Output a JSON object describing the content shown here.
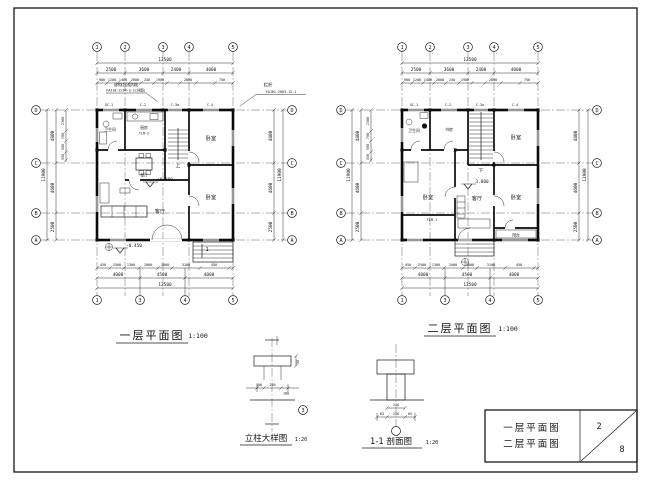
{
  "title_block": {
    "line1": "一层平面图",
    "line2": "二层平面图",
    "sheet_no": "2",
    "sheet_total": "8"
  },
  "grid": {
    "cols": [
      "1",
      "2",
      "3",
      "4",
      "5"
    ],
    "cols_bottom": [
      "1",
      "3",
      "4",
      "5"
    ],
    "rows": [
      "D",
      "C",
      "B",
      "A"
    ]
  },
  "dims": {
    "top_total": "12500",
    "top": [
      "2500",
      "3600",
      "2400",
      "4000"
    ],
    "top_small": [
      "900",
      "1200",
      "1400",
      "2600",
      "240",
      "1900",
      "2800",
      "750"
    ],
    "bottom_small": [
      "450",
      "2500",
      "1300",
      "2000",
      "1000",
      "3100",
      "450"
    ],
    "bottom": [
      "4000",
      "4500",
      "4000"
    ],
    "bottom_total": "12500",
    "left": [
      "4800",
      "4600",
      "2500"
    ],
    "left_total": "11900",
    "left_small": [
      "2300",
      "700",
      "900",
      "350"
    ],
    "right": [
      "4800",
      "4600",
      "2500"
    ],
    "right_total": "11900"
  },
  "windows": [
    "GC-1",
    "C-2",
    "C-3a",
    "C-4"
  ],
  "plan1": {
    "title": "一层平面图",
    "scale": "1:100",
    "room_bath": "卫生间",
    "room_kitchen": "厨房",
    "kitchen_door": "TLM-2",
    "room_dining": "餐厅",
    "room_bed1": "卧室",
    "room_living": "客厅",
    "room_bed2": "卧室",
    "stair_dir": "上",
    "elev_main": "±0.000",
    "elev_outdoor": "-0.450",
    "note_line1": "结构柱见结构图",
    "note_line2": "FAJ18-2/64-a-2(详图)",
    "ref_line1": "栏杆",
    "ref_line2": "FAJ01-2003-12-1",
    "section_mark": "1"
  },
  "plan2": {
    "title": "二层平面图",
    "scale": "1:100",
    "room_bath": "卫生间",
    "room_study": "书房",
    "room_bed1": "卧室",
    "room_bed2": "卧室",
    "room_hall": "客厅",
    "room_bed3": "卧室",
    "room_balcony": "阳台",
    "stair_dir": "下",
    "elev_main": "3.000",
    "door_label": "TLM-1"
  },
  "detail1": {
    "title": "立柱大样图",
    "scale": "1:20",
    "dim_a": "100",
    "dim_b": "250",
    "dim_c": "100",
    "dim_d": "50",
    "bubble": "3"
  },
  "detail2": {
    "title": "1-1 剖面图",
    "scale": "1:20",
    "dim_a": "210",
    "dim_b": "65",
    "dim_c": "250",
    "dim_d": "65"
  }
}
